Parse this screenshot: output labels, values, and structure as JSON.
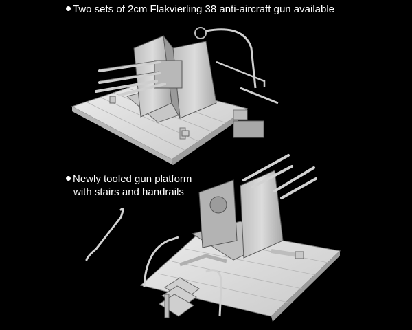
{
  "captions": {
    "first": "Two sets of 2cm Flakvierling 38 anti-aircraft gun available",
    "second_line1": "Newly tooled gun platform",
    "second_line2": "with stairs and handrails"
  },
  "colors": {
    "background": "#000000",
    "text": "#ffffff",
    "model": "#d8d8d8"
  }
}
